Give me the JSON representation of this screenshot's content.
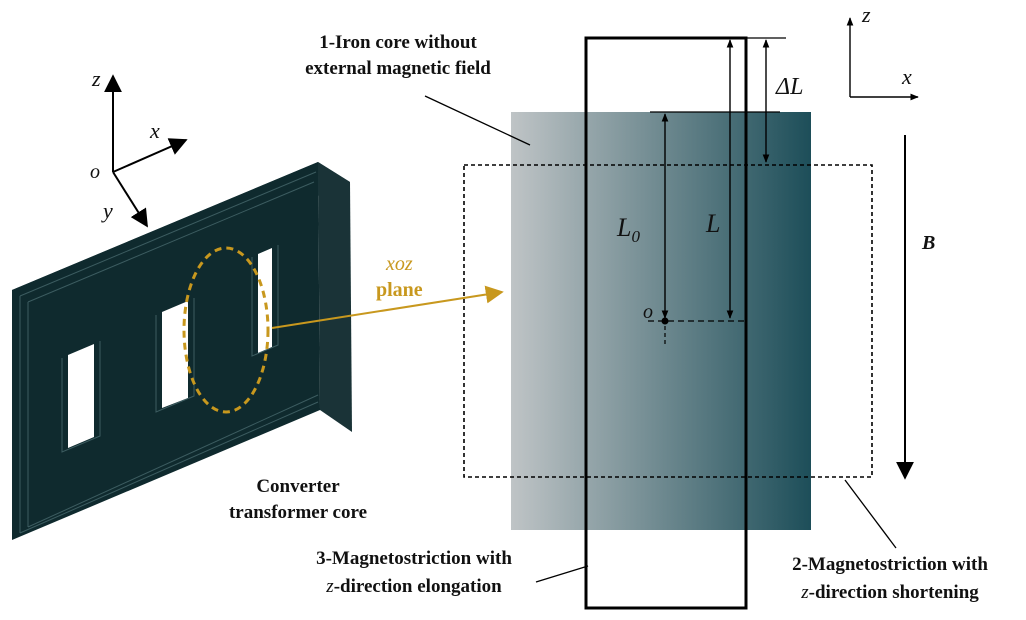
{
  "colors": {
    "core_dark": "#0f2a2e",
    "core_edge": "#2c4a4e",
    "gradient_start": "#bfc4c6",
    "gradient_end": "#1d4e59",
    "plane_accent": "#c8981e",
    "line": "#000000"
  },
  "left_axes": {
    "z": "z",
    "x": "x",
    "y": "y",
    "origin": "o"
  },
  "right_axes": {
    "z": "z",
    "x": "x"
  },
  "plane_label": {
    "line1": "xoz",
    "line2": "plane"
  },
  "core_caption": {
    "line1": "Converter",
    "line2": "transformer core"
  },
  "label_1": {
    "line1": "1-Iron core without",
    "line2": "external magnetic field"
  },
  "label_2": {
    "line1": "2-Magnetostriction with",
    "line2_italic": "z",
    "line2_rest": "-direction shortening"
  },
  "label_3": {
    "line1": "3-Magnetostriction with",
    "line2_italic": "z",
    "line2_rest": "-direction elongation"
  },
  "dim_labels": {
    "delta_l": "ΔL",
    "l0_main": "L",
    "l0_sub": "0",
    "l": "L",
    "origin": "o"
  },
  "field_label": "B"
}
